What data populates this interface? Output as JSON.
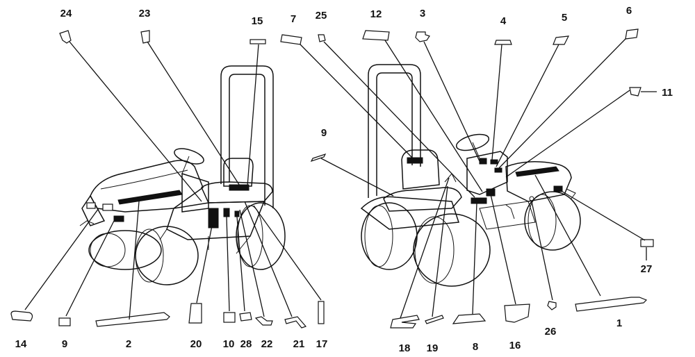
{
  "callouts": {
    "c1": "1",
    "c2": "2",
    "c3": "3",
    "c4": "4",
    "c5": "5",
    "c6": "6",
    "c7": "7",
    "c8": "8",
    "c9a": "9",
    "c9b": "9",
    "c10": "10",
    "c11": "11",
    "c12": "12",
    "c14": "14",
    "c15": "15",
    "c16": "16",
    "c17": "17",
    "c18": "18",
    "c19": "19",
    "c20": "20",
    "c21": "21",
    "c22": "22",
    "c23": "23",
    "c24": "24",
    "c25": "25",
    "c26": "26",
    "c27": "27",
    "c28": "28"
  }
}
